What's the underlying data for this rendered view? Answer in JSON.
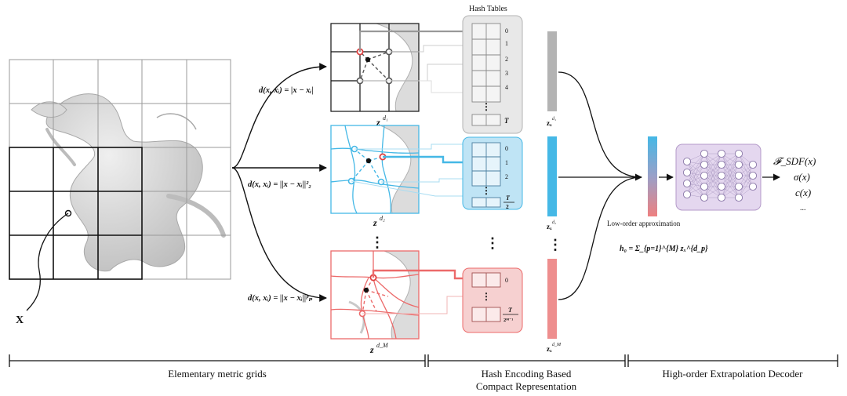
{
  "input": {
    "point_label": "X"
  },
  "grids": [
    {
      "formula": "d(x, xᵢ) = |x − xᵢ|",
      "label": "z",
      "superscript": "d₁"
    },
    {
      "formula": "d(x, xᵢ) = ||x − xᵢ||²₂",
      "label": "z",
      "superscript": "d₂"
    },
    {
      "formula": "d(x, xᵢ) = ||x − xᵢ||ᵖₚ",
      "label": "z",
      "superscript": "d_M"
    }
  ],
  "ellipsis": "⋮",
  "hash_tables": {
    "title": "Hash Tables",
    "table1": {
      "indices": [
        "0",
        "1",
        "2",
        "3",
        "4"
      ],
      "size": "T"
    },
    "table2": {
      "indices": [
        "0",
        "1",
        "2"
      ],
      "size_num": "T",
      "size_den": "2"
    },
    "table3": {
      "indices": [
        "0"
      ],
      "size_num": "T",
      "size_den": "2ᴹ⁻¹"
    }
  },
  "features": [
    {
      "label": "zₓ",
      "superscript": "d₁"
    },
    {
      "label": "zₓ",
      "superscript": "d₂"
    },
    {
      "label": "zₓ",
      "superscript": "d_M"
    }
  ],
  "decoder": {
    "low_order_label": "Low-order approximation",
    "h0_formula": "h₀ = Σ_{p=1}^{M} zₓ^{d_p}",
    "outputs": [
      "𝓕_SDF(x)",
      "σ(x)",
      "c(x)",
      "..."
    ]
  },
  "stages": [
    {
      "label_line1": "Elementary metric grids",
      "label_line2": ""
    },
    {
      "label_line1": "Hash Encoding Based",
      "label_line2": "Compact Representation"
    },
    {
      "label_line1": "High-order Extrapolation Decoder",
      "label_line2": ""
    }
  ],
  "colors": {
    "gray": "#b3b3b3",
    "gray_fill": "#e8e8e8",
    "blue": "#45b8e6",
    "blue_fill": "#bfe4f5",
    "red": "#ec6a6a",
    "red_fill": "#f6d0d0",
    "purple_fill": "#e4d7ef",
    "purple_stroke": "#b39ac8",
    "dragon": "#cfcfcf"
  }
}
